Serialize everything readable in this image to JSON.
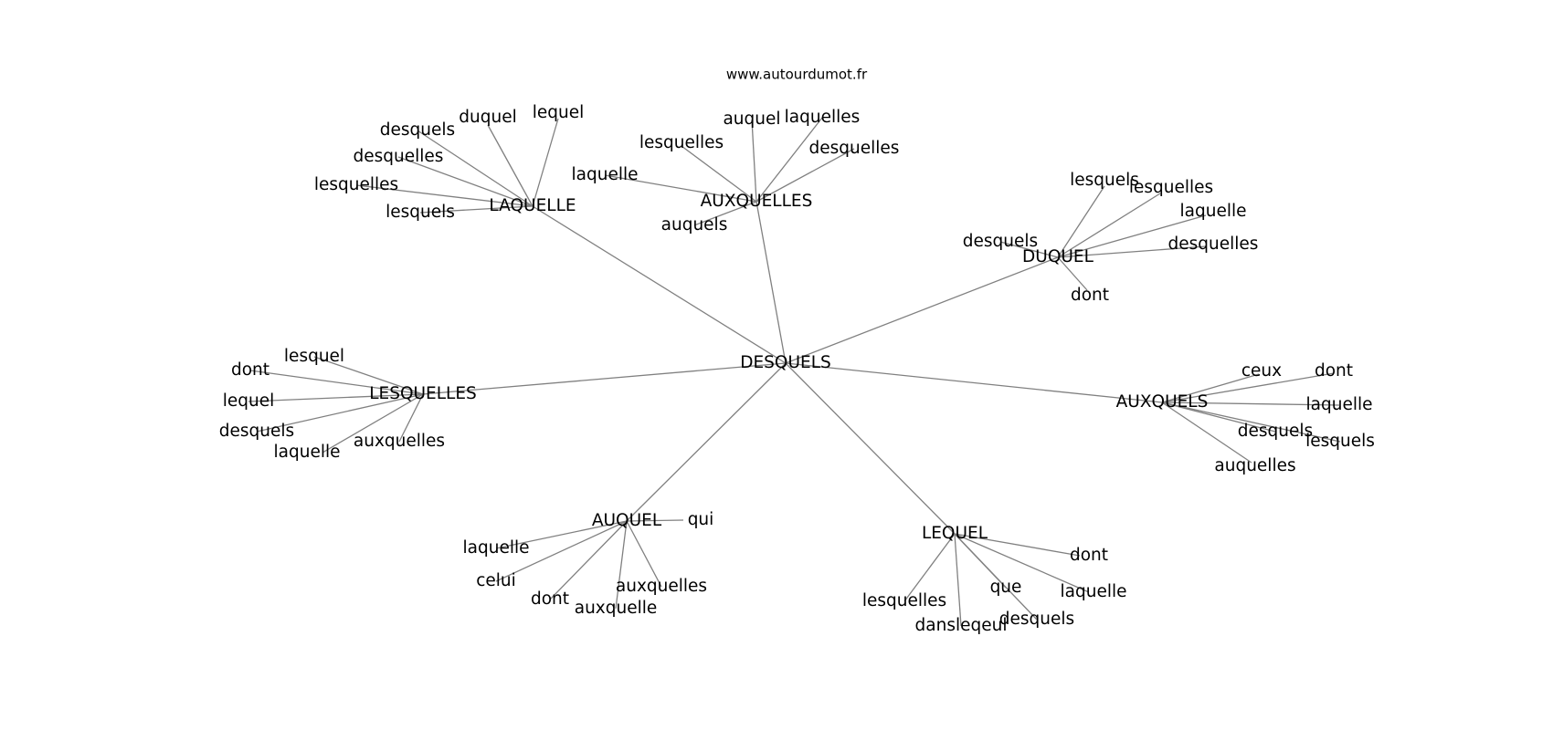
{
  "site": "www.autourdumot.fr",
  "center": "DESQUELS",
  "clusters": [
    {
      "id": "laquelle",
      "label": "LAQUELLE",
      "leaves": [
        "lequel",
        "duquel",
        "desquels",
        "desquelles",
        "lesquelles",
        "lesquels"
      ]
    },
    {
      "id": "auxquelles",
      "label": "AUXQUELLES",
      "leaves": [
        "auquel",
        "laquelles",
        "desquelles",
        "lesquelles",
        "laquelle",
        "auquels"
      ]
    },
    {
      "id": "duquel",
      "label": "DUQUEL",
      "leaves": [
        "lesquels",
        "lesquelles",
        "laquelle",
        "desquelles",
        "desquels",
        "dont"
      ]
    },
    {
      "id": "lesquelles",
      "label": "LESQUELLES",
      "leaves": [
        "lesquel",
        "dont",
        "lequel",
        "desquels",
        "laquelle",
        "auxquelles"
      ]
    },
    {
      "id": "auxquels",
      "label": "AUXQUELS",
      "leaves": [
        "ceux",
        "dont",
        "laquelle",
        "desquels",
        "lesquels",
        "auquelles"
      ]
    },
    {
      "id": "auquel",
      "label": "AUQUEL",
      "leaves": [
        "qui",
        "laquelle",
        "celui",
        "dont",
        "auxquelle",
        "auxquelles"
      ]
    },
    {
      "id": "lequel",
      "label": "LEQUEL",
      "leaves": [
        "dont",
        "laquelle",
        "que",
        "desquels",
        "dansleqeul",
        "lesquelles"
      ]
    }
  ]
}
